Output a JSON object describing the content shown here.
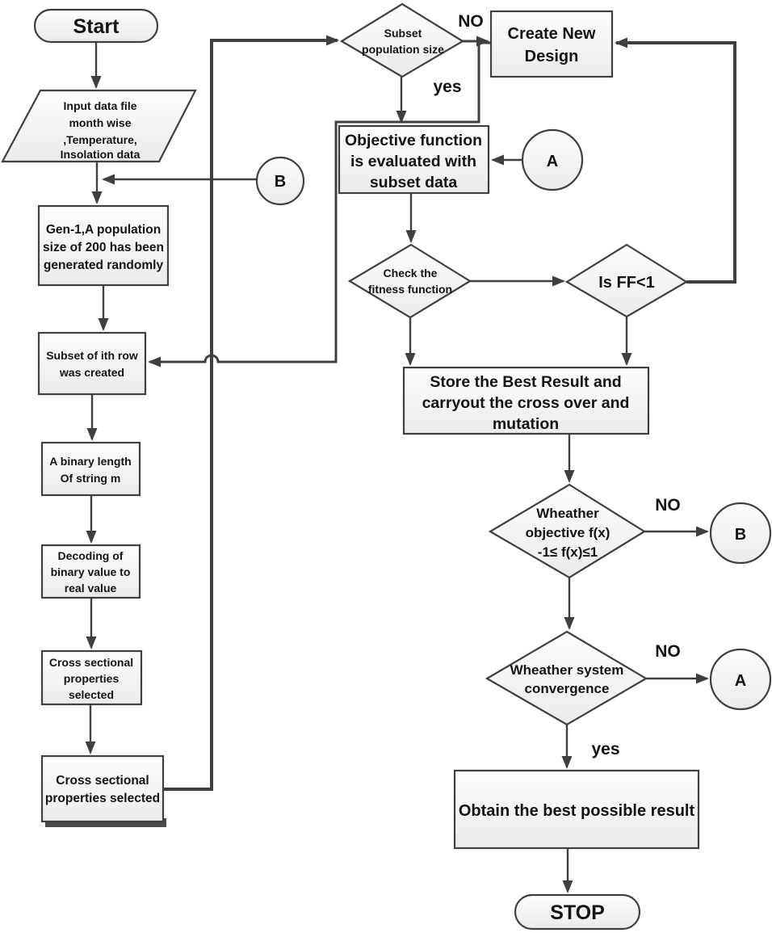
{
  "nodes": {
    "start": {
      "label": "Start"
    },
    "input_data": {
      "lines": [
        "Input data file",
        "month wise",
        ",Temperature,",
        "Insolation data"
      ]
    },
    "gen_population": {
      "lines": [
        "Gen-1,A population",
        "size of 200 has been",
        "generated randomly"
      ]
    },
    "subset_row": {
      "lines": [
        "Subset of ith row",
        "was created"
      ]
    },
    "binary_length": {
      "lines": [
        "A binary length",
        "Of string m"
      ]
    },
    "decoding": {
      "lines": [
        "Decoding of",
        "binary value to",
        "real value"
      ]
    },
    "cross_sectional_1": {
      "lines": [
        "Cross sectional",
        "properties",
        "selected"
      ]
    },
    "cross_sectional_2": {
      "lines": [
        "Cross sectional",
        "properties selected"
      ]
    },
    "subset_population": {
      "lines": [
        "Subset",
        "population size"
      ]
    },
    "create_new_design": {
      "lines": [
        "Create New",
        "Design"
      ]
    },
    "objective_function": {
      "lines": [
        "Objective function",
        "is evaluated with",
        "subset data"
      ]
    },
    "connector_a_top": {
      "label": "A"
    },
    "connector_b_left": {
      "label": "B"
    },
    "check_fitness": {
      "lines": [
        "Check the",
        "fitness function"
      ]
    },
    "is_ff": {
      "label": "Is FF<1"
    },
    "store_best": {
      "lines": [
        "Store the Best Result and",
        "carryout the cross over and",
        "mutation"
      ]
    },
    "whether_objective": {
      "lines": [
        "Wheather",
        "objective f(x)",
        "-1≤ f(x)≤1"
      ]
    },
    "connector_b_right": {
      "label": "B"
    },
    "whether_system": {
      "lines": [
        "Wheather system",
        "convergence"
      ]
    },
    "connector_a_right": {
      "label": "A"
    },
    "obtain_best": {
      "label": "Obtain the best possible result"
    },
    "stop": {
      "label": "STOP"
    }
  },
  "edge_labels": {
    "subset_population_no": "NO",
    "subset_population_yes": "yes",
    "whether_objective_no": "NO",
    "whether_system_no": "NO",
    "whether_system_yes": "yes"
  },
  "colors": {
    "shape_border": "#3f3f3f",
    "connector": "#3f3f3f",
    "shape_fill_top": "#fdfdfd",
    "shape_fill_bottom": "#ebebeb",
    "text": "#141414",
    "background": "#ffffff"
  }
}
